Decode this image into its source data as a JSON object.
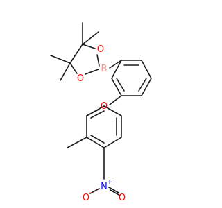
{
  "structure": {
    "atoms": {
      "boron": {
        "symbol": "B"
      },
      "ring_oxygen_top": {
        "symbol": "O"
      },
      "ring_oxygen_bottom": {
        "symbol": "O"
      },
      "ether_oxygen": {
        "symbol": "O"
      },
      "nitro_nitrogen": {
        "symbol": "N",
        "charge": "+"
      },
      "nitro_oxygen_left": {
        "symbol": "O",
        "charge": "−"
      },
      "nitro_oxygen_right": {
        "symbol": "O"
      }
    }
  },
  "colors": {
    "bond": "#1a1a1a",
    "carbon_text": "#1a1a1a",
    "boron": "#ef9a8a",
    "oxygen": "#ff0000",
    "nitrogen": "#0000ff"
  }
}
